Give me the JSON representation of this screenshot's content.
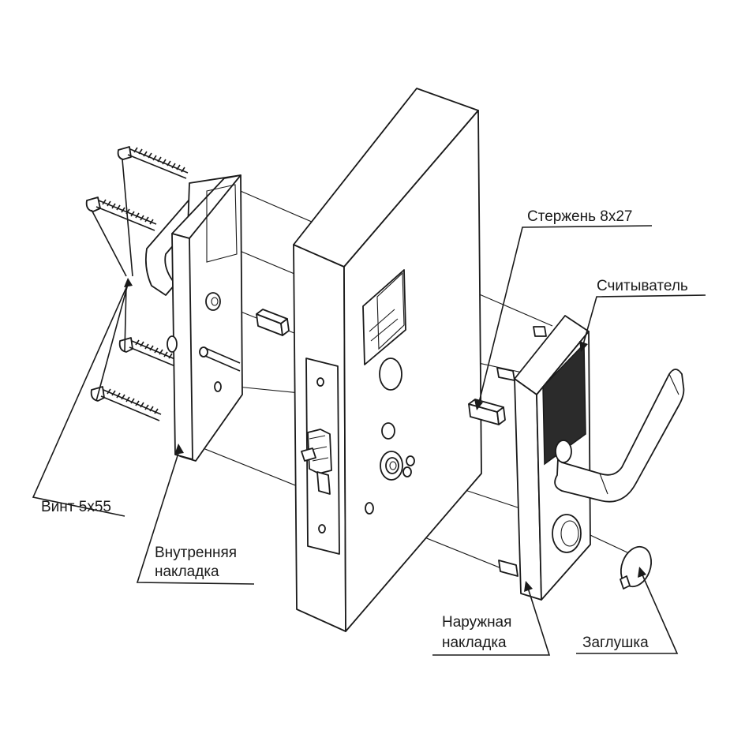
{
  "labels": {
    "screw": "Винт 5x55",
    "inner_plate_line1": "Внутренняя",
    "inner_plate_line2": "накладка",
    "rod": "Стержень 8x27",
    "reader": "Считыватель",
    "outer_plate_line1": "Наружная",
    "outer_plate_line2": "накладка",
    "plug": "Заглушка"
  },
  "colors": {
    "line": "#1a1a1a",
    "reader_panel": "#2b2b2b",
    "background": "#ffffff"
  }
}
